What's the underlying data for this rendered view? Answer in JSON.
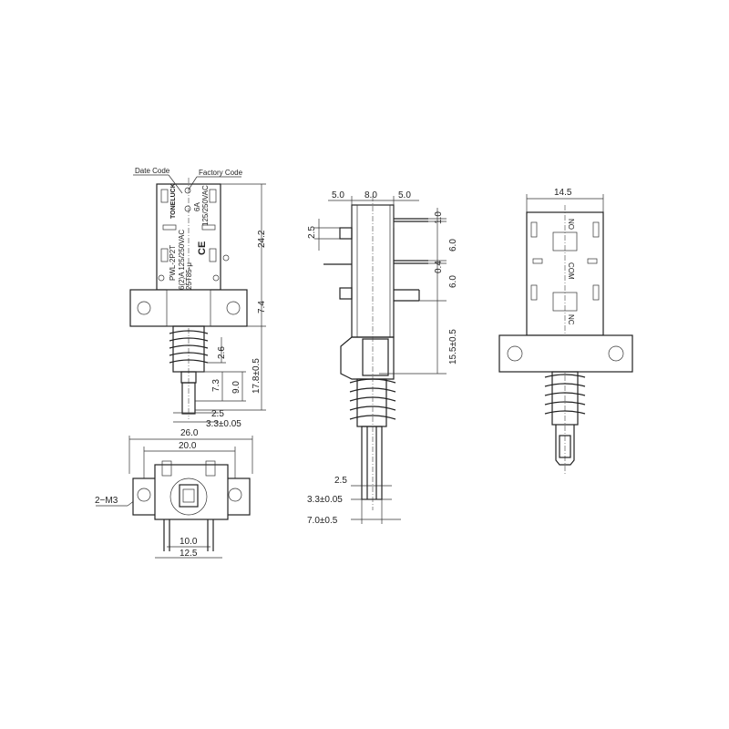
{
  "front_view": {
    "date_code_label": "Date Code",
    "factory_code_label": "Factory Code",
    "brand": "TONELUCK",
    "model": "PWL-2P2T",
    "rating_1": "6(2)A 125/250VAC",
    "rating_2": "25T85-μ",
    "rating_3": "6A",
    "rating_4": "125/250VAC",
    "ce_mark": "CE",
    "dims": {
      "height": "24.2",
      "flange": "7.4",
      "stroke": "2.6",
      "d73": "7.3",
      "d90": "9.0",
      "plunger_len": "17.8±0.5",
      "tip": "2.5",
      "shaft": "3.3±0.05"
    }
  },
  "bottom_view": {
    "dims": {
      "width": "26.0",
      "holes": "20.0",
      "thread": "2−M3",
      "pin_inner": "10.0",
      "pin_outer": "12.5"
    }
  },
  "side_view": {
    "dims": {
      "top_a": "5.0",
      "top_b": "8.0",
      "top_c": "5.0",
      "left": "2.5",
      "r1": "1.0",
      "r2": "6.0",
      "r3": "0.4",
      "r4": "6.0",
      "r5": "15.5±0.5",
      "tip": "2.5",
      "shaft": "3.3±0.05",
      "outer": "7.0±0.5"
    }
  },
  "rear_view": {
    "dims": {
      "width": "14.5"
    },
    "labels": {
      "no_top": "NO",
      "com": "COM",
      "nc": "NC"
    }
  }
}
